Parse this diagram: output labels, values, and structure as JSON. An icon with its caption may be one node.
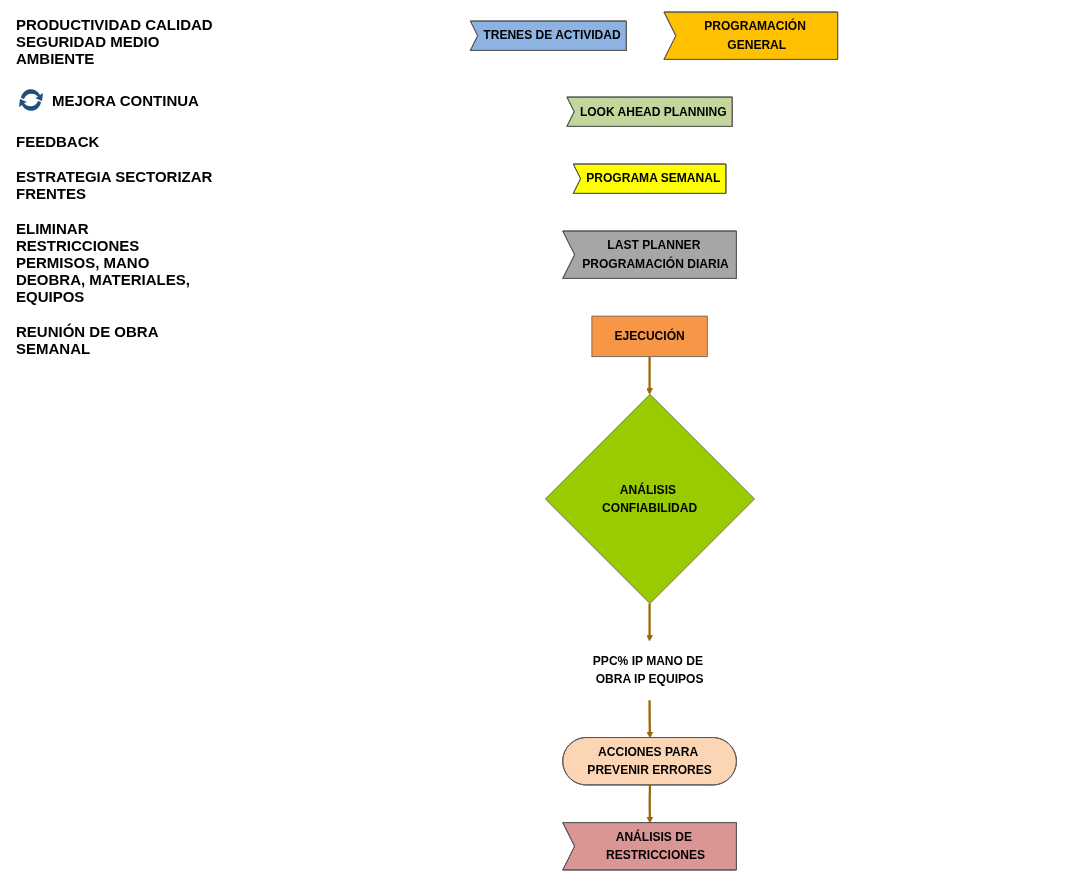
{
  "diagram": {
    "nodes": [
      {
        "text": [
          "TRENES DE ACTIVIDAD"
        ]
      },
      {
        "text": [
          "PROGRAMACIÓN GENERAL"
        ]
      },
      {
        "text": [
          "LOOK AHEAD PLANNING"
        ]
      },
      {
        "text": [
          "PROGRAMA SEMANAL"
        ]
      },
      {
        "text": [
          "LAST PLANNER PROGRAMACIÓN DIARIA"
        ]
      },
      {
        "text": [
          "EJECUCIÓN"
        ]
      },
      {
        "text": [
          "ANÁLISIS DE RESTRICCIONES"
        ]
      },
      {
        "text": [
          "ANÁLISIS CONFIABILIDAD"
        ]
      },
      {
        "text": [
          "ACCIONES PARA PREVENIR ERRORES"
        ]
      },
      {
        "text": [
          "PPC% IP MANO DE OBRA IP EQUIPOS"
        ]
      }
    ],
    "edges": [
      {
        "from": 5,
        "to": 7,
        "arrow": "to"
      },
      {
        "from": 7,
        "to": 9,
        "arrow": "to"
      },
      {
        "from": 9,
        "to": 8,
        "arrow": "to"
      },
      {
        "from": 8,
        "to": 6,
        "arrow": "to"
      }
    ],
    "labels": [
      "PRODUCTIVIDAD CALIDAD SEGURIDAD MEDIO AMBIENTE",
      "MEJORA CONTINUA",
      "FEEDBACK",
      "ESTRATEGIA SECTORIZAR FRENTES",
      "ELIMINAR RESTRICCIONES PERMISOS, MANO DEOBRA, MATERIALES, EQUIPOS",
      "REUNIÓN DE OBRA SEMANAL"
    ]
  }
}
